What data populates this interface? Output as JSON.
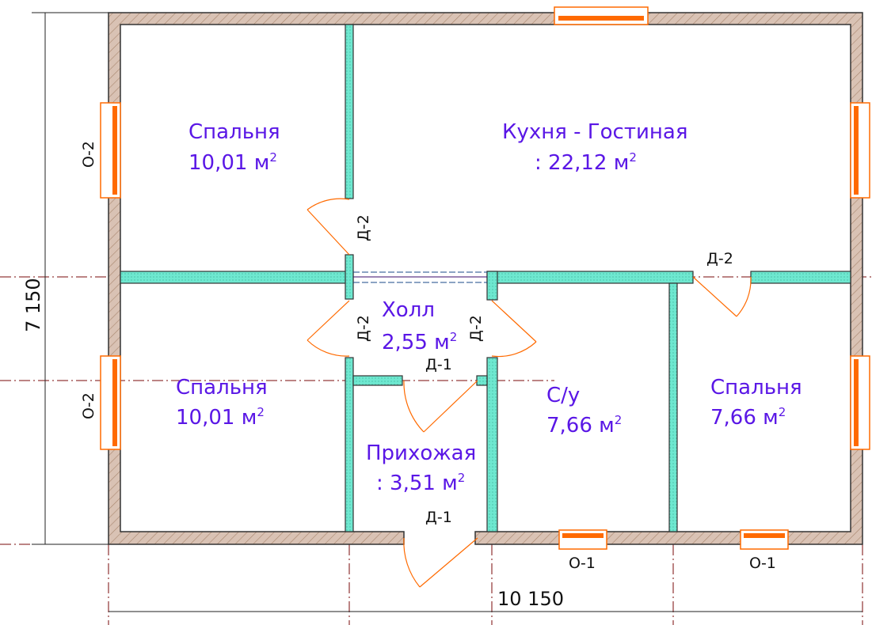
{
  "rooms": [
    {
      "name": "Спальня",
      "area": "10,01 м",
      "sup": "2"
    },
    {
      "name": "Кухня - Гостиная",
      "area": ": 22,12 м",
      "sup": "2"
    },
    {
      "name": "Холл",
      "area": "2,55 м",
      "sup": "2"
    },
    {
      "name": "Спальня",
      "area": "10,01 м",
      "sup": "2"
    },
    {
      "name": "Прихожая",
      "area": ": 3,51 м",
      "sup": "2"
    },
    {
      "name": "С/у",
      "area": "7,66 м",
      "sup": "2"
    },
    {
      "name": "Спальня",
      "area": "7,66 м",
      "sup": "2"
    }
  ],
  "labels": {
    "window_left_top": "О-2",
    "window_left_bottom": "О-2",
    "window_bottom_1": "О-1",
    "window_bottom_2": "О-1",
    "door_bedroom_top": "Д-2",
    "door_hall_left": "Д-2",
    "door_hall_right": "Д-2",
    "door_kitchen": "Д-2",
    "door_hall_entry": "Д-1",
    "door_entrance": "Д-1"
  },
  "dimensions": {
    "height": "7 150",
    "width": "10 150"
  },
  "colors": {
    "room_text": "#5a17e6",
    "wall_interior": "#6ee8d0",
    "window": "#ff6a00",
    "axis": "#7a0a0a"
  }
}
